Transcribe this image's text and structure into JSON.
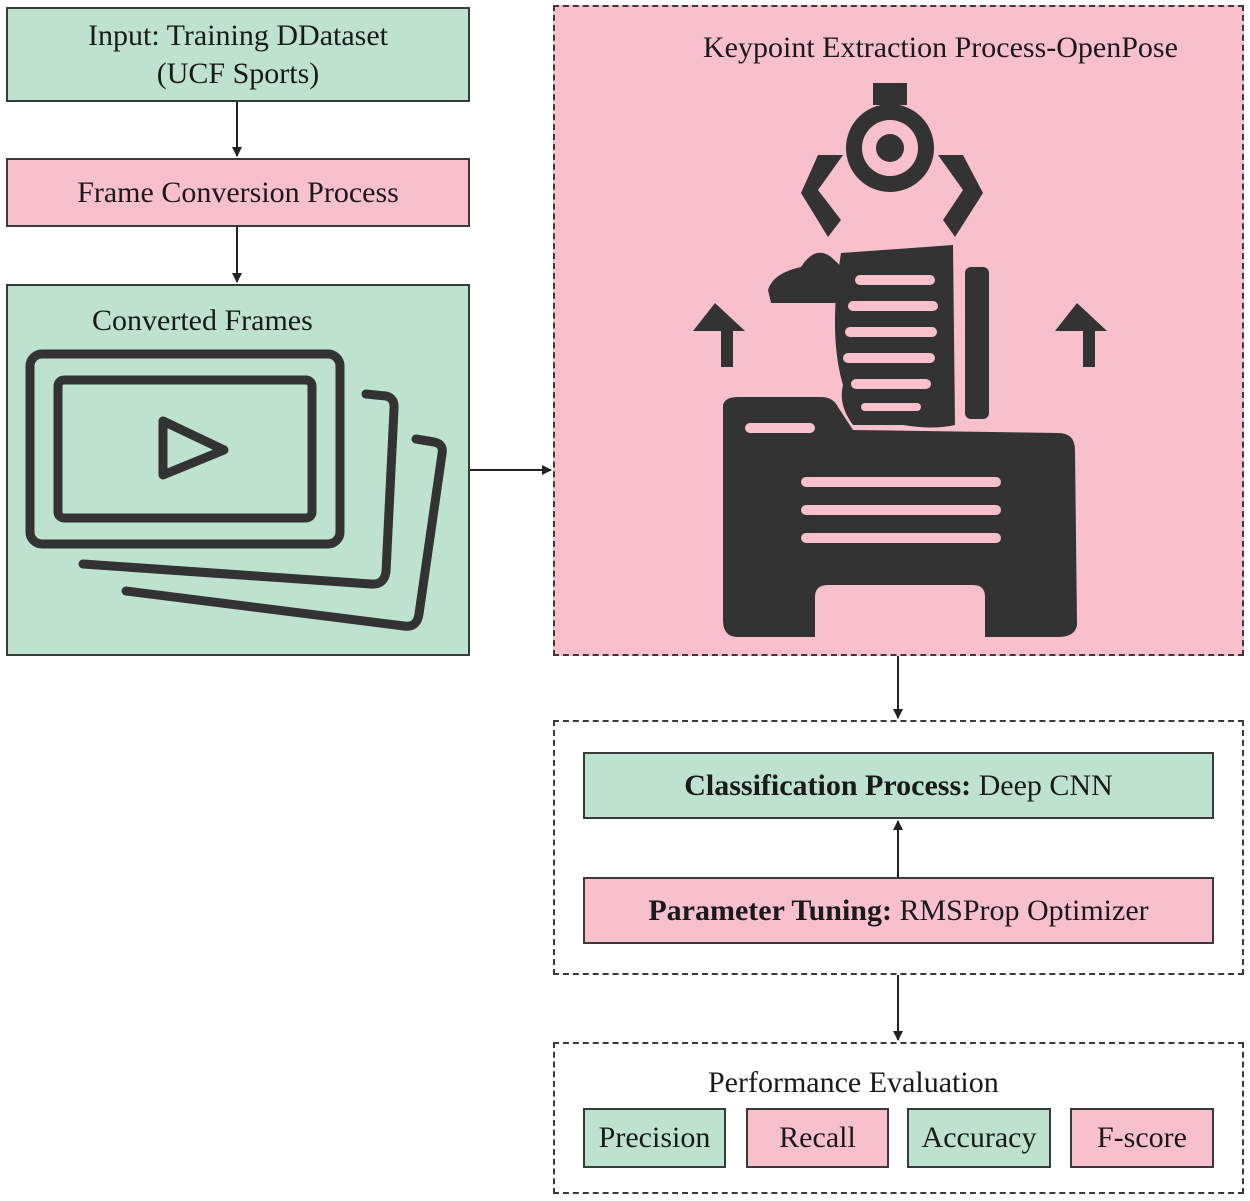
{
  "input_box": {
    "line1": "Input: Training DDataset",
    "line2": "(UCF Sports)"
  },
  "frame_conversion": {
    "label": "Frame Conversion Process"
  },
  "converted_frames": {
    "title": "Converted Frames",
    "icon": "video-frames-icon"
  },
  "keypoint_panel": {
    "title": "Keypoint Extraction Process-OpenPose",
    "icon": "document-extraction-icon"
  },
  "classification": {
    "bold": "Classification Process:",
    "rest": " Deep CNN"
  },
  "parameter_tuning": {
    "bold": "Parameter Tuning:",
    "rest": " RMSProp Optimizer"
  },
  "performance": {
    "title": "Performance Evaluation",
    "metrics": [
      "Precision",
      "Recall",
      "Accuracy",
      "F-score"
    ]
  },
  "colors": {
    "green": "#bde2cf",
    "pink": "#f7c0cc",
    "ink": "#333333"
  }
}
